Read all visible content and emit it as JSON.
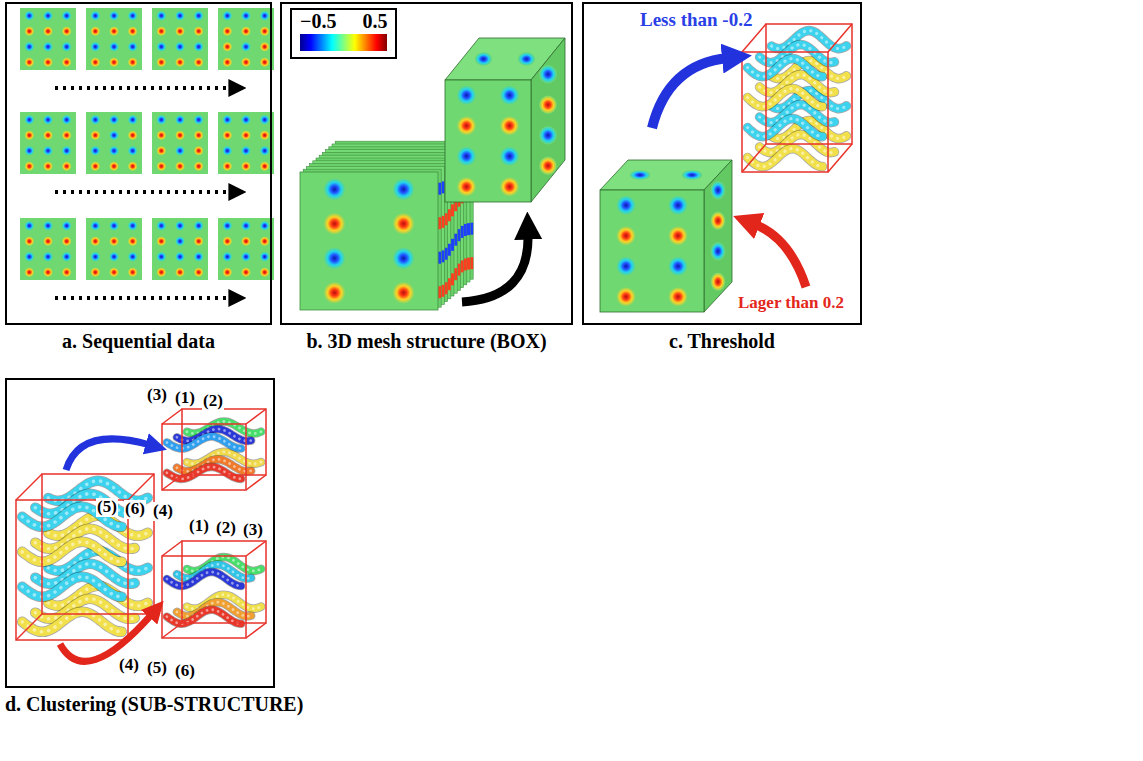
{
  "diagram": {
    "nodes": [
      {
        "text": [
          "a. Sequential data"
        ]
      },
      {
        "text": [
          "b. 3D mesh structure (BOX)"
        ]
      },
      {
        "text": [
          "−0.5",
          "0.5"
        ],
        "in": 1
      },
      {
        "text": [
          "c. Threshold"
        ]
      },
      {
        "text": [
          "d. Clustering (SUB-STRUCTURE)"
        ]
      }
    ],
    "labels": [
      "Less than -0.2",
      "Lager than 0.2",
      "(3)",
      "(1)",
      "(2)",
      "(5)",
      "(6)",
      "(4)",
      "(1)",
      "(2)",
      "(3)",
      "(4)",
      "(5)",
      "(6)"
    ]
  }
}
